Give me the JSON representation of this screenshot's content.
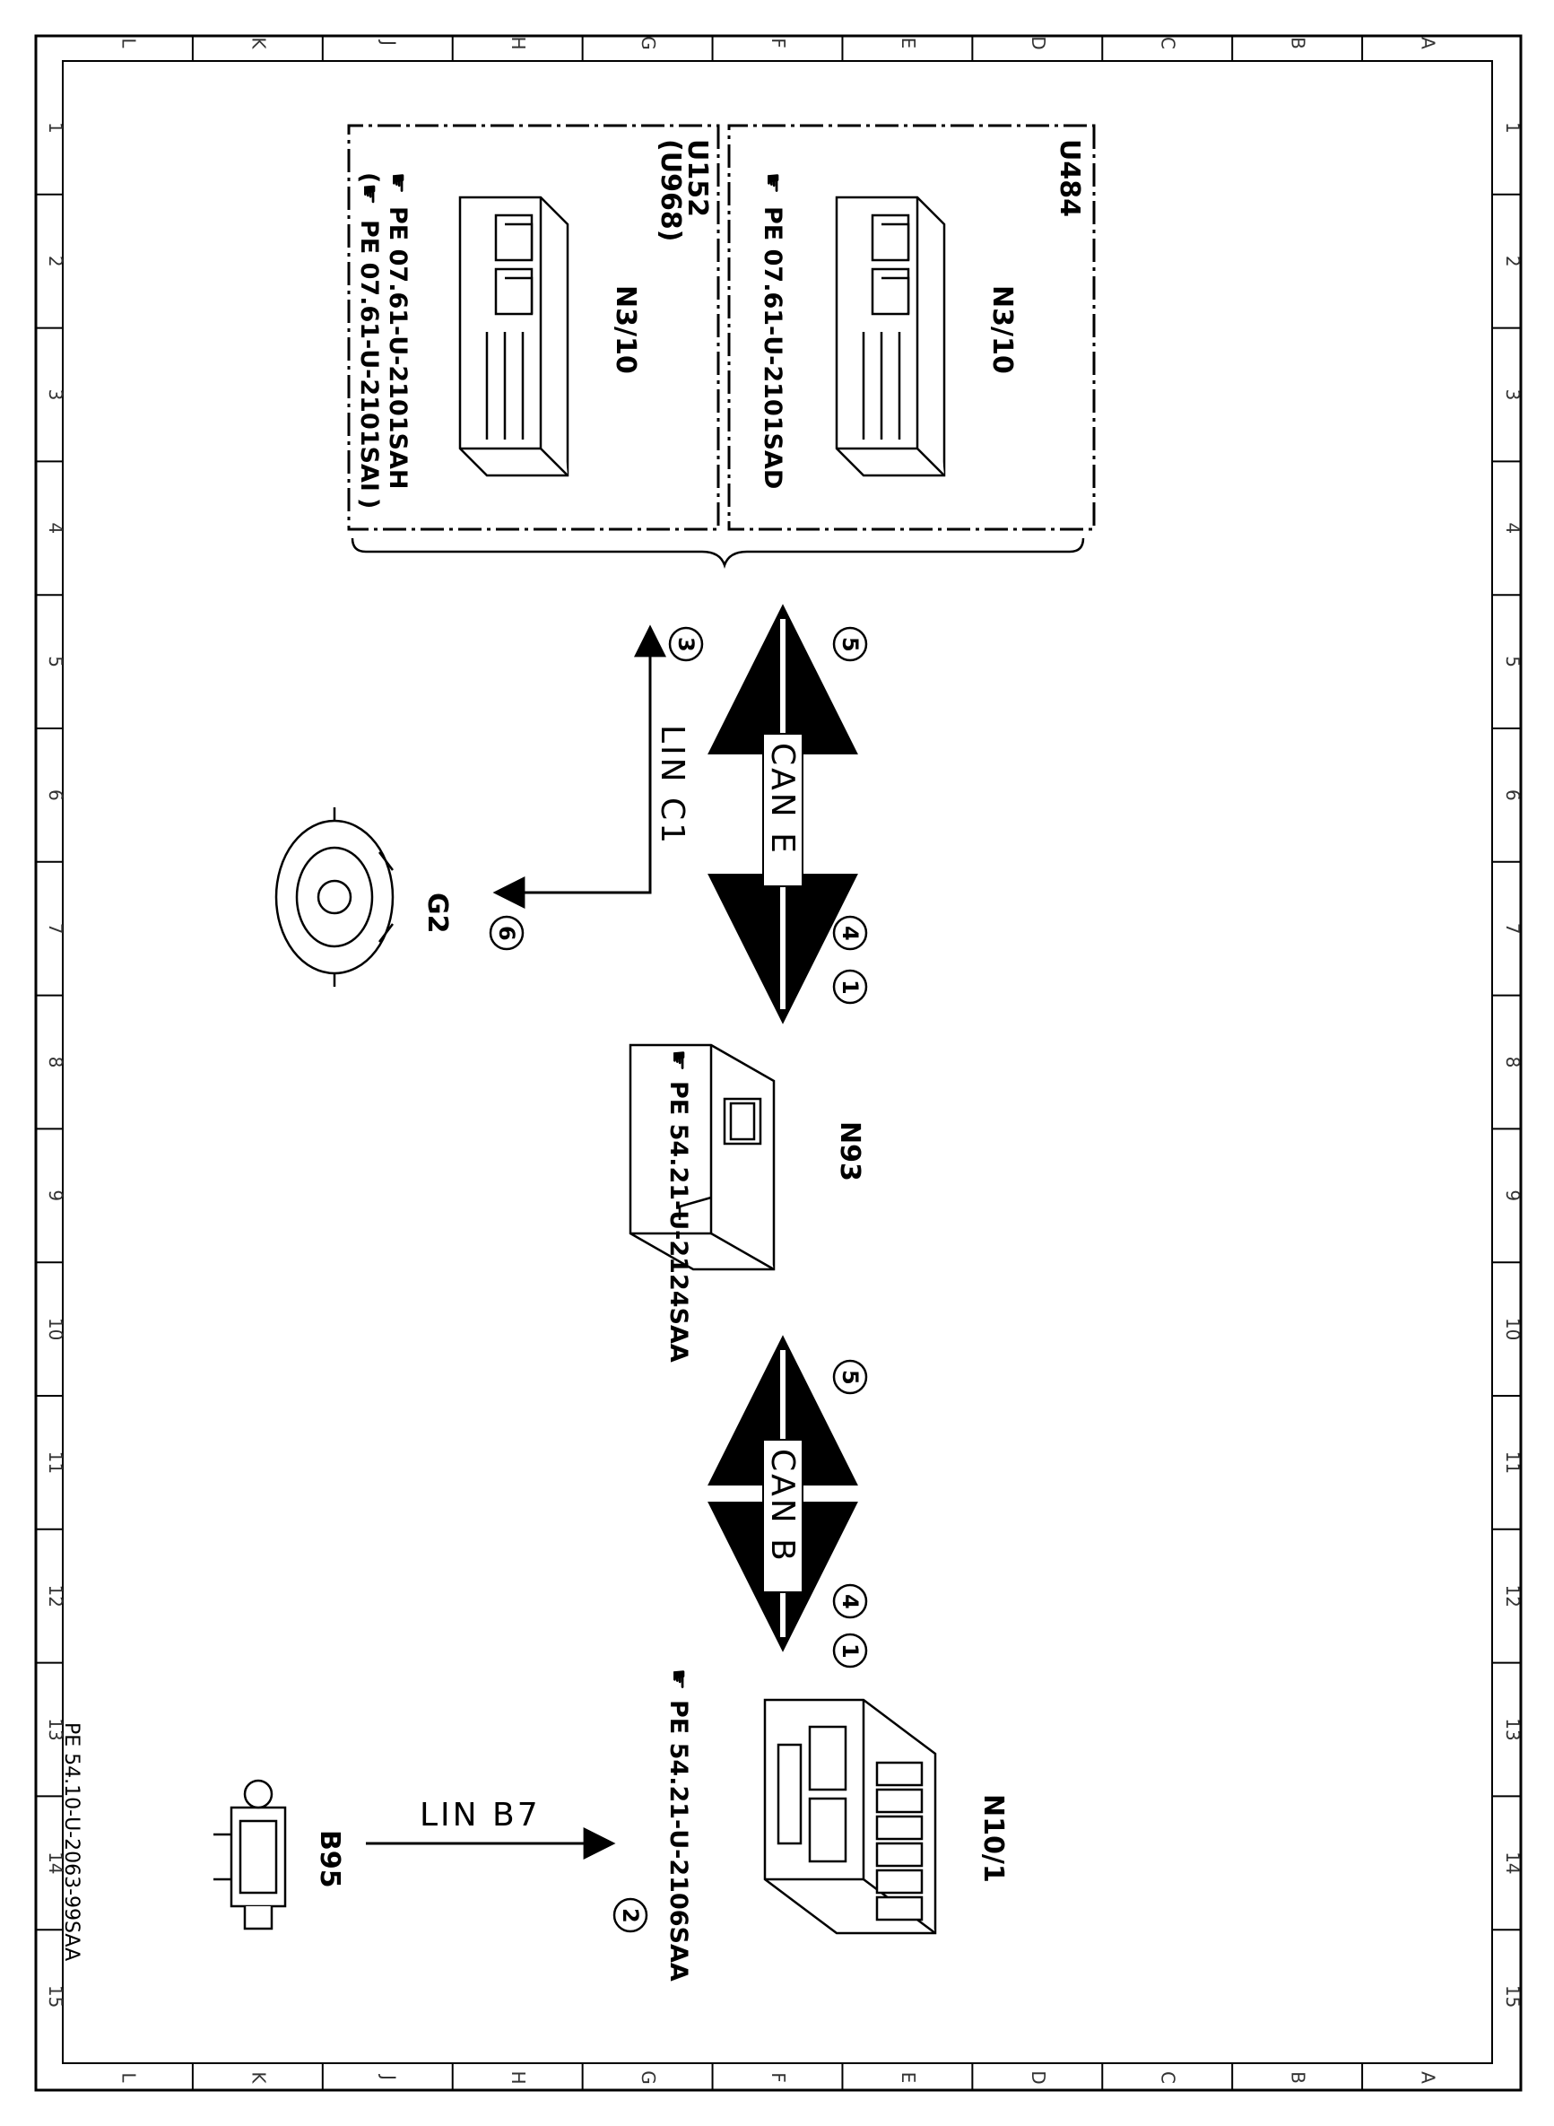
{
  "document_id": "PE 54.10-U-2063-99SAA",
  "grid": {
    "letters": [
      "L",
      "K",
      "J",
      "H",
      "G",
      "F",
      "E",
      "D",
      "C",
      "B",
      "A"
    ],
    "numbers": [
      "1",
      "2",
      "3",
      "4",
      "5",
      "6",
      "7",
      "8",
      "9",
      "10",
      "11",
      "12",
      "13",
      "14",
      "15"
    ]
  },
  "modules": {
    "u484": {
      "variant": "U484",
      "name": "N3/10",
      "ref": "PE 07.61-U-2101SAD"
    },
    "u152": {
      "variant": "U152",
      "variant_alt": "(U968)",
      "name": "N3/10",
      "ref1": "PE 07.61-U-2101SAH",
      "ref2": "PE 07.61-U-2101SAI"
    },
    "n93": {
      "name": "N93",
      "ref": "PE 54.21-U-2124SAA"
    },
    "g2": {
      "name": "G2"
    },
    "n10_1": {
      "name": "N10/1",
      "ref": "PE 54.21-U-2106SAA"
    },
    "b95": {
      "name": "B95"
    }
  },
  "buses": {
    "can_e": "CAN E",
    "can_b": "CAN B",
    "lin_c1": "LIN C1",
    "lin_b7": "LIN B7"
  },
  "markers": {
    "m1": "1",
    "m2": "2",
    "m3": "3",
    "m4": "4",
    "m5": "5",
    "m6": "6"
  }
}
